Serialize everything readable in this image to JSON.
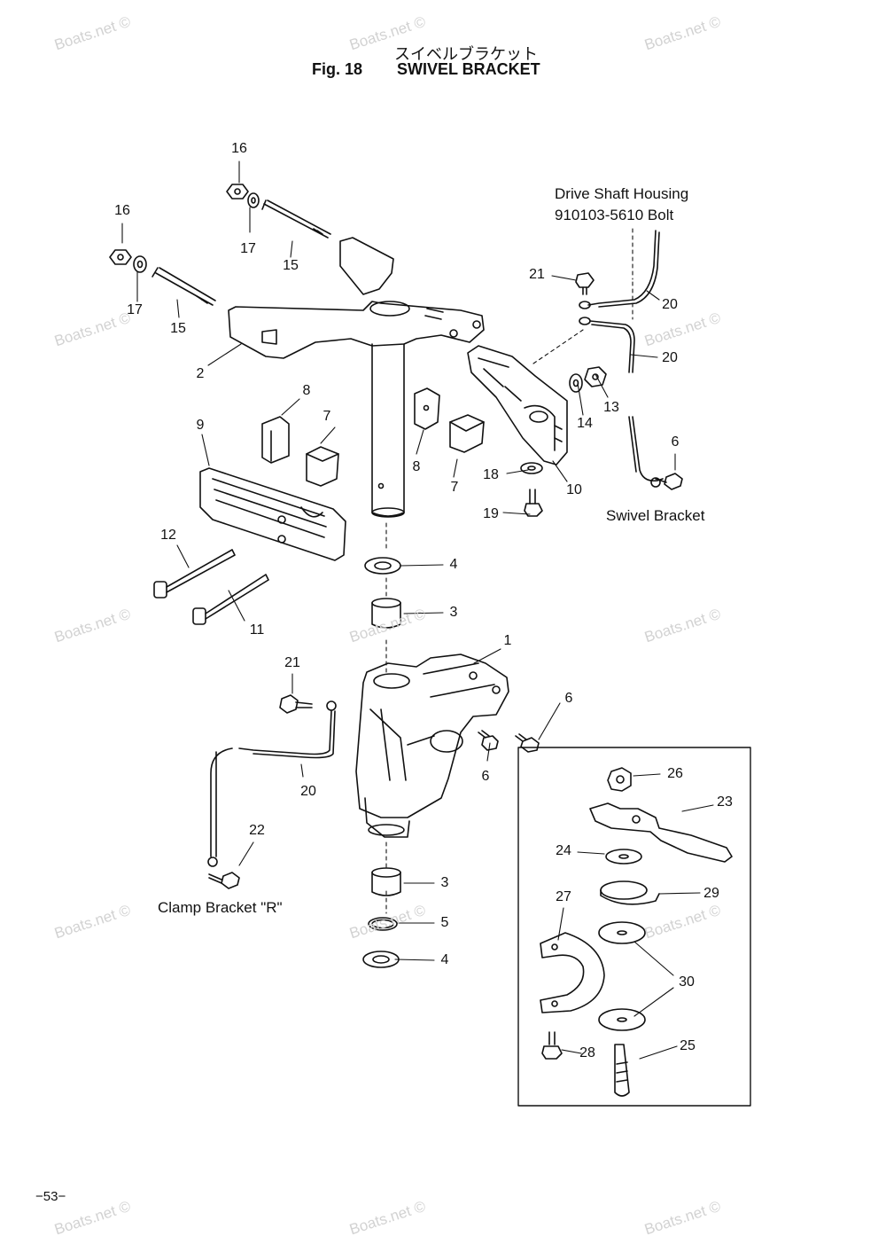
{
  "header": {
    "japanese_title": "スイベルブラケット",
    "figure_number": "Fig. 18",
    "figure_title": "SWIVEL BRACKET"
  },
  "captions": {
    "drive_shaft_line1": "Drive Shaft Housing",
    "drive_shaft_line2": "910103-5610 Bolt",
    "swivel_bracket": "Swivel Bracket",
    "clamp_bracket": "Clamp Bracket \"R\""
  },
  "callouts": [
    "16",
    "16",
    "17",
    "17",
    "15",
    "15",
    "2",
    "21",
    "20",
    "20",
    "8",
    "7",
    "9",
    "8",
    "7",
    "14",
    "13",
    "18",
    "10",
    "6",
    "19",
    "12",
    "4",
    "11",
    "3",
    "1",
    "21",
    "6",
    "6",
    "20",
    "22",
    "3",
    "5",
    "4",
    "26",
    "23",
    "24",
    "29",
    "27",
    "30",
    "28",
    "25"
  ],
  "page_number": "−53−",
  "watermark": "Boats.net ©"
}
